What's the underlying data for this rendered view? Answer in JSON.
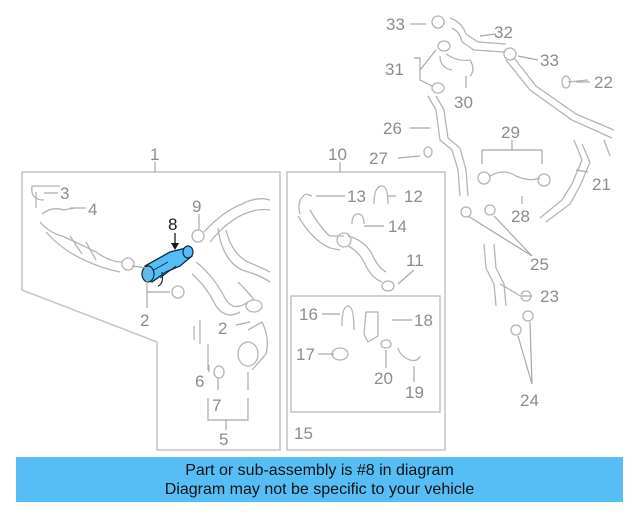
{
  "diagram": {
    "callouts": [
      "1",
      "2",
      "3",
      "4",
      "5",
      "6",
      "7",
      "8",
      "9",
      "10",
      "11",
      "12",
      "13",
      "14",
      "15",
      "16",
      "17",
      "18",
      "19",
      "20",
      "21",
      "22",
      "23",
      "24",
      "25",
      "26",
      "27",
      "28",
      "29",
      "30",
      "31",
      "32",
      "33"
    ],
    "highlighted_part": "8",
    "colors": {
      "highlight_fill": "#55bff5",
      "highlight_stroke": "#0d2a3d",
      "line": "#a8a8a8",
      "label": "#8c8c8c"
    }
  },
  "banner": {
    "line1": "Part or sub-assembly is #8 in diagram",
    "line2": "Diagram may not be specific to your vehicle",
    "color": "#55bff5"
  }
}
